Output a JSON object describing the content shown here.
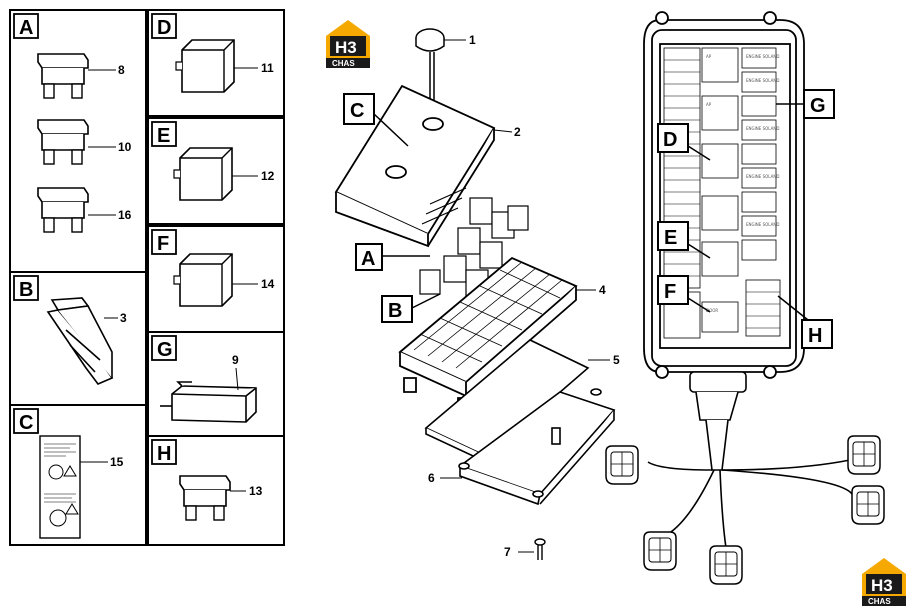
{
  "brand": {
    "name": "H3",
    "sub": "CHAS",
    "color_orange": "#f5a800",
    "color_dark": "#1a1a1a"
  },
  "kit_panels": [
    {
      "letter": "A",
      "parts": [
        "8",
        "10",
        "16"
      ]
    },
    {
      "letter": "B",
      "parts": [
        "3"
      ]
    },
    {
      "letter": "C",
      "parts": [
        "15"
      ]
    },
    {
      "letter": "D",
      "parts": [
        "11"
      ]
    },
    {
      "letter": "E",
      "parts": [
        "12"
      ]
    },
    {
      "letter": "F",
      "parts": [
        "14"
      ]
    },
    {
      "letter": "G",
      "parts": [
        "9"
      ]
    },
    {
      "letter": "H",
      "parts": [
        "13"
      ]
    }
  ],
  "assembly_callouts": [
    "1",
    "2",
    "4",
    "5",
    "6",
    "7"
  ],
  "assembly_letters": [
    "C",
    "A",
    "B"
  ],
  "layout_letters": [
    "G",
    "D",
    "E",
    "F",
    "H"
  ],
  "fusebox_labels": [
    "AP",
    "ENGINE SOLAND",
    "DOOR"
  ]
}
